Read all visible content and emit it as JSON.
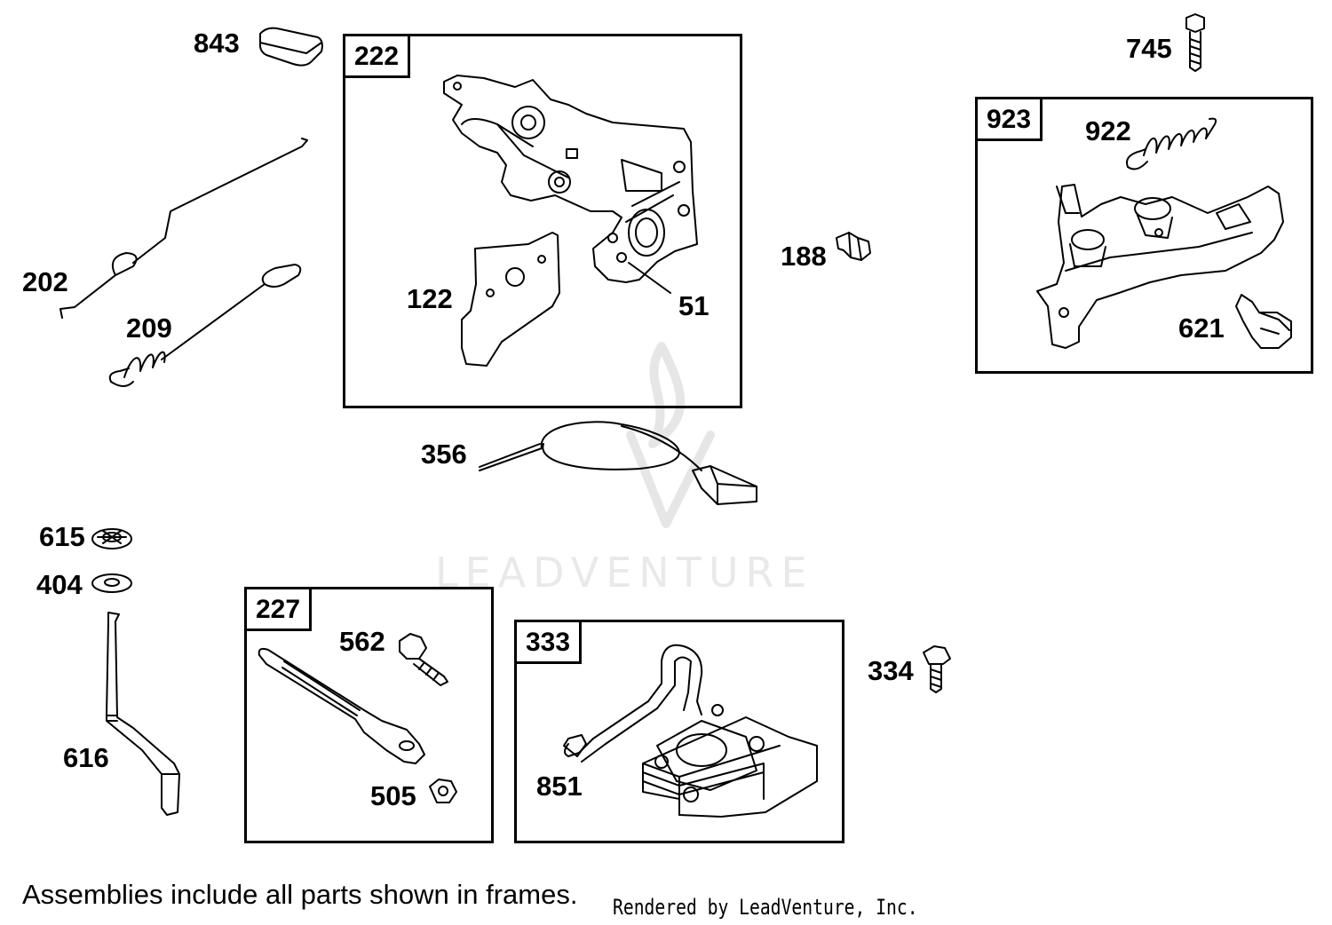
{
  "diagram": {
    "watermark": "LEADVENTURE",
    "note": "Assemblies include all parts shown in frames.",
    "credit": "Rendered by LeadVenture, Inc.",
    "colors": {
      "line": "#000000",
      "background": "#ffffff",
      "watermark": "#e9e9e9"
    },
    "frames": [
      {
        "id": "222",
        "label": "222"
      },
      {
        "id": "923",
        "label": "923"
      },
      {
        "id": "227",
        "label": "227"
      },
      {
        "id": "333",
        "label": "333"
      }
    ],
    "callouts": {
      "c843": "843",
      "c745": "745",
      "c922": "922",
      "c202": "202",
      "c209": "209",
      "c122": "122",
      "c51": "51",
      "c188": "188",
      "c621": "621",
      "c356": "356",
      "c615": "615",
      "c404": "404",
      "c616": "616",
      "c562": "562",
      "c505": "505",
      "c851": "851",
      "c334": "334"
    }
  }
}
